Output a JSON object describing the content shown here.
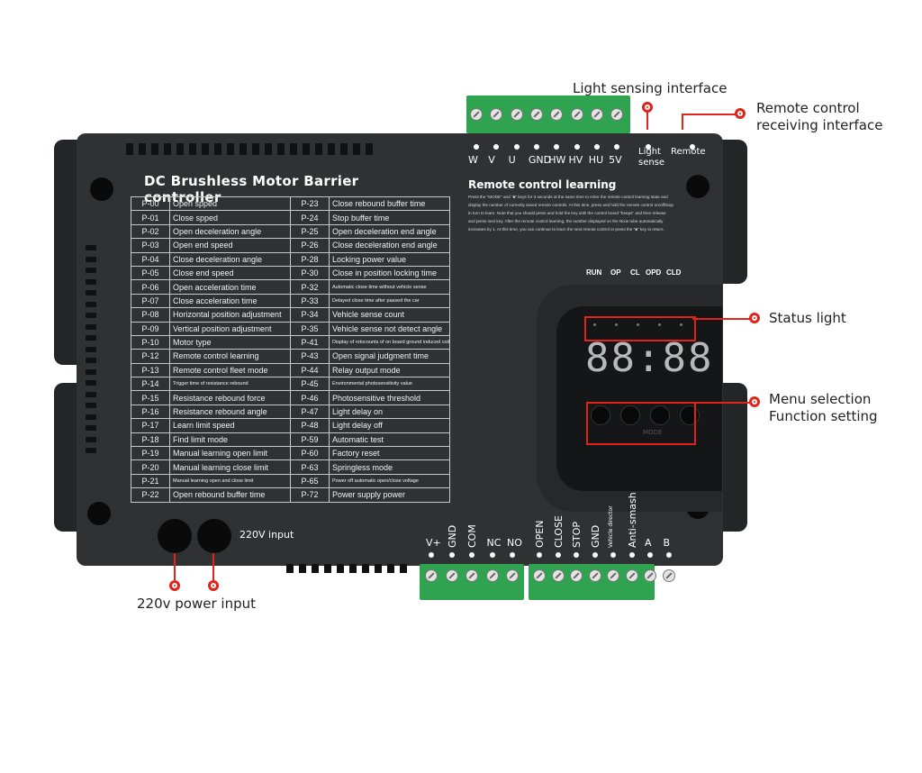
{
  "device": {
    "title": "DC Brushless Motor Barrier controller",
    "parameters": [
      {
        "code": "P-00",
        "desc": "Open spped"
      },
      {
        "code": "P-01",
        "desc": "Close spped"
      },
      {
        "code": "P-02",
        "desc": "Open deceleration angle"
      },
      {
        "code": "P-03",
        "desc": "Open end speed"
      },
      {
        "code": "P-04",
        "desc": "Close deceleration angle"
      },
      {
        "code": "P-05",
        "desc": "Close end speed"
      },
      {
        "code": "P-06",
        "desc": "Open acceleration time"
      },
      {
        "code": "P-07",
        "desc": "Close acceleration time"
      },
      {
        "code": "P-08",
        "desc": "Horizontal position adjustment"
      },
      {
        "code": "P-09",
        "desc": "Vertical position adjustment"
      },
      {
        "code": "P-10",
        "desc": "Motor type"
      },
      {
        "code": "P-12",
        "desc": "Remote control learning"
      },
      {
        "code": "P-13",
        "desc": "Remote control fleet mode"
      },
      {
        "code": "P-14",
        "desc": "Trigger time of resistance rebound"
      },
      {
        "code": "P-15",
        "desc": "Resistance rebound force"
      },
      {
        "code": "P-16",
        "desc": "Resistance rebound angle"
      },
      {
        "code": "P-17",
        "desc": "Learn limit speed"
      },
      {
        "code": "P-18",
        "desc": "Find limit mode"
      },
      {
        "code": "P-19",
        "desc": "Manual learning open limit"
      },
      {
        "code": "P-20",
        "desc": "Manual learning close limit"
      },
      {
        "code": "P-21",
        "desc": "Manual learning open and close limit"
      },
      {
        "code": "P-22",
        "desc": "Open rebound buffer time"
      }
    ],
    "parameters_right": [
      {
        "code": "P-23",
        "desc": "Close rebound buffer time"
      },
      {
        "code": "P-24",
        "desc": "Stop buffer time"
      },
      {
        "code": "P-25",
        "desc": "Open deceleration end angle"
      },
      {
        "code": "P-26",
        "desc": "Close deceleration end angle"
      },
      {
        "code": "P-28",
        "desc": "Locking power value"
      },
      {
        "code": "P-30",
        "desc": "Close in position locking time"
      },
      {
        "code": "P-32",
        "desc": "Automatic close time without vehicle sense"
      },
      {
        "code": "P-33",
        "desc": "Delayed close time after passed the car"
      },
      {
        "code": "P-34",
        "desc": "Vehicle sense count"
      },
      {
        "code": "P-35",
        "desc": "Vehicle sense not detect angle"
      },
      {
        "code": "P-41",
        "desc": "Display of rotocounts of on board ground induced coil"
      },
      {
        "code": "P-43",
        "desc": "Open signal judgment time"
      },
      {
        "code": "P-44",
        "desc": "Relay output mode"
      },
      {
        "code": "P-45",
        "desc": "Environmental photosensitivity value"
      },
      {
        "code": "P-46",
        "desc": "Photosensitive threshold"
      },
      {
        "code": "P-47",
        "desc": "Light delay on"
      },
      {
        "code": "P-48",
        "desc": "Light delay off"
      },
      {
        "code": "P-59",
        "desc": "Automatic test"
      },
      {
        "code": "P-60",
        "desc": "Factory reset"
      },
      {
        "code": "P-63",
        "desc": "Springless mode"
      },
      {
        "code": "P-65",
        "desc": "Power off automatic open/close voltage"
      },
      {
        "code": "P-72",
        "desc": "Power supply power"
      }
    ],
    "top_terminals": [
      "W",
      "V",
      "U",
      "GND",
      "HW",
      "HV",
      "HU",
      "5V"
    ],
    "light_sense_label": "Light sense",
    "remote_label": "Remote",
    "learning_title": "Remote control learning",
    "learning_text": "Press the \"MODE\" and \"■\" keys for 3 seconds at the same time to enter the remote control learning state and display the number of currently saved remote controls. At this time, press and hold the remote control on/off/stop in turn to learn. Note that you should press and hold the key until the control board \"beeps\" and then release and press next key. After the remote control learning, the number displayed on the Nixie tube automatically increases by 1. At this time, you can continue to learn the next remote control or press the \"■\" key to return.",
    "status_leds": [
      "RUN",
      "OP",
      "CL",
      "OPD",
      "CLD"
    ],
    "display_value": "88:88",
    "button_text": "MODE",
    "power_input_label": "220V input",
    "bottom_terminals_left": [
      "V+",
      "GND",
      "COM",
      "NC",
      "NO"
    ],
    "bottom_terminals_right": [
      "OPEN",
      "CLOSE",
      "STOP",
      "GND",
      "Vehicle director",
      "Anti-smash",
      "A",
      "B"
    ]
  },
  "callouts": {
    "light_sensing": "Light sensing interface",
    "remote_receiving_1": "Remote control",
    "remote_receiving_2": "receiving interface",
    "status_light": "Status light",
    "menu_selection_1": "Menu selection",
    "menu_selection_2": "Function setting",
    "power_input": "220v power input"
  },
  "colors": {
    "callout_red": "#e2231a",
    "terminal_green": "#2fa350",
    "housing": "#2f3133"
  }
}
